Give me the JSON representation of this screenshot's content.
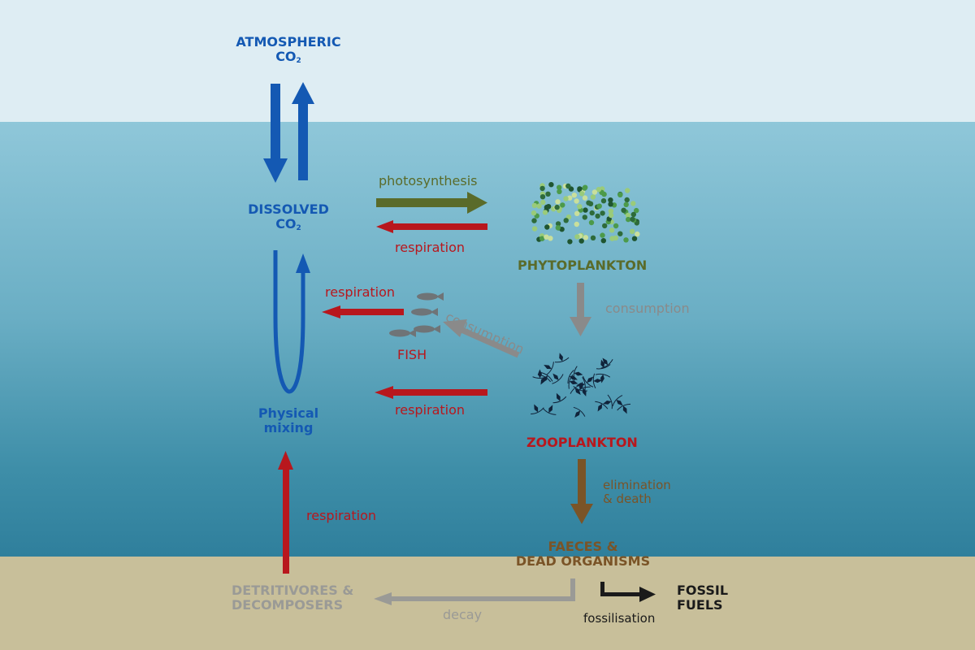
{
  "colors": {
    "co2_blue": "#1459b3",
    "respiration_red": "#b8171d",
    "photosynthesis_green": "#5a6b2a",
    "consumption_grey": "#8a8a8a",
    "decay_brown": "#7a5427",
    "decomposer_grey": "#9a9a96",
    "fossil_black": "#1a1a1a"
  },
  "labels": {
    "atmospheric": "ATMOSPHERIC",
    "atmospheric_co": "CO",
    "atmospheric_sub": "2",
    "dissolved": "DISSOLVED",
    "dissolved_co": "CO",
    "dissolved_sub": "2",
    "photosynthesis": "photosynthesis",
    "respiration_phyto": "respiration",
    "phytoplankton": "PHYTOPLANKTON",
    "consumption_phyto": "consumption",
    "respiration_fish": "respiration",
    "consumption_fish": "consumption",
    "fish": "FISH",
    "respiration_zoo": "respiration",
    "physical_mixing_1": "Physical",
    "physical_mixing_2": "mixing",
    "zooplankton": "ZOOPLANKTON",
    "elimination_1": "elimination",
    "elimination_2": "& death",
    "respiration_detritus": "respiration",
    "faeces_1": "FAECES &",
    "faeces_2": "DEAD ORGANISMS",
    "detritivores_1": "DETRITIVORES &",
    "detritivores_2": "DECOMPOSERS",
    "decay": "decay",
    "fossilisation": "fossilisation",
    "fossil_1": "FOSSIL",
    "fossil_2": "FUELS"
  },
  "icons": [
    "phytoplankton-dots",
    "fish-icon",
    "zooplankton-icon"
  ]
}
